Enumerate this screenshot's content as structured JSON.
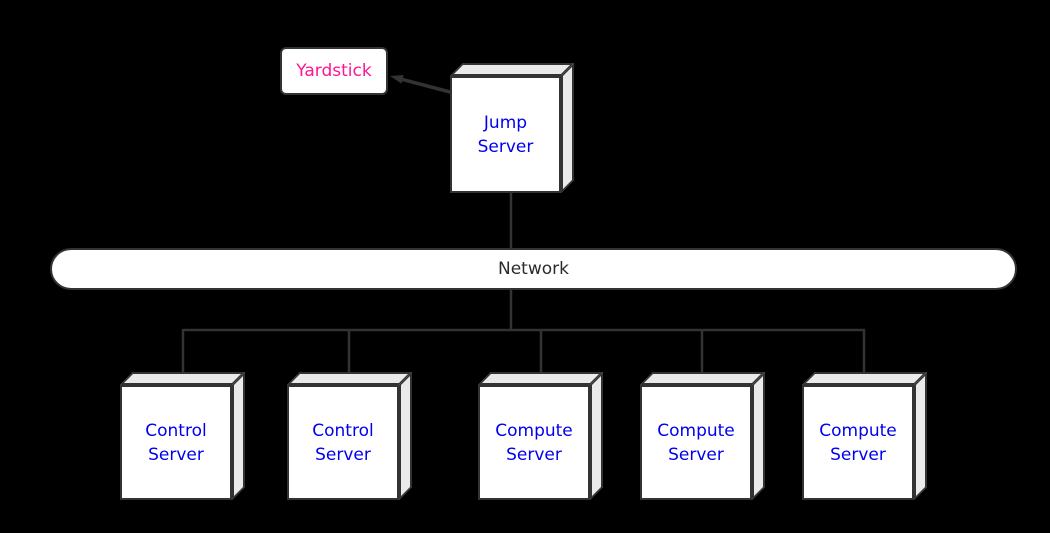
{
  "diagram_type": "network-topology",
  "colors": {
    "background": "#000000",
    "line": "#333333",
    "node_face": "#ffffff",
    "node_side": "#eaeaea",
    "server_label": "#0000ee",
    "yardstick_label": "#ff1493",
    "network_label": "#2b2b2b"
  },
  "nodes": {
    "yardstick": {
      "label": "Yardstick"
    },
    "jump_server": {
      "line1": "Jump",
      "line2": "Server"
    },
    "network": {
      "label": "Network"
    },
    "servers": [
      {
        "line1": "Control",
        "line2": "Server"
      },
      {
        "line1": "Control",
        "line2": "Server"
      },
      {
        "line1": "Compute",
        "line2": "Server"
      },
      {
        "line1": "Compute",
        "line2": "Server"
      },
      {
        "line1": "Compute",
        "line2": "Server"
      }
    ]
  },
  "icons": {
    "port_circle": "connection-port-circle",
    "arrow": "left-up-arrow"
  }
}
